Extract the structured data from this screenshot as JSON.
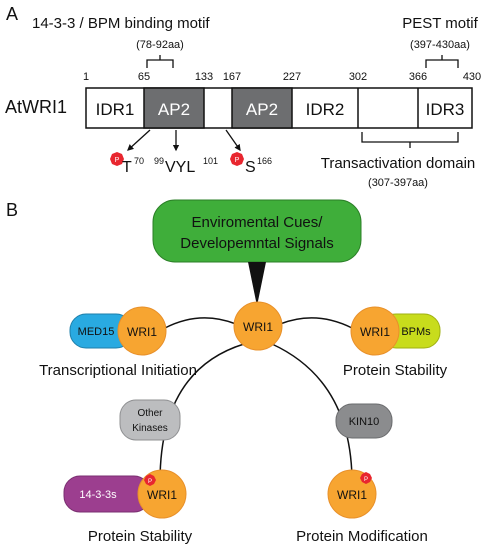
{
  "panelA": {
    "panel_label": "A",
    "motif_label": "14-3-3 / BPM binding motif",
    "motif_range": "(78-92aa)",
    "pest_label": "PEST motif",
    "pest_range": "(397-430aa)",
    "protein_name": "AtWRI1",
    "positions": [
      "1",
      "65",
      "133",
      "167",
      "227",
      "302",
      "366",
      "430"
    ],
    "domains": [
      "IDR1",
      "AP2",
      "AP2",
      "IDR2",
      "IDR3"
    ],
    "phospho_badge": "P",
    "residue_t": "T",
    "residue_t_num": "70",
    "vyl_num_left": "99",
    "vyl": "VYL",
    "vyl_num_right": "101",
    "residue_s": "S",
    "residue_s_num": "166",
    "transactivation_label": "Transactivation domain",
    "transactivation_range": "(307-397aa)"
  },
  "panelB": {
    "panel_label": "B",
    "signal_line1": "Enviromental Cues/",
    "signal_line2": "Developemntal Signals",
    "center": "WRI1",
    "med15": "MED15",
    "wri1_left": "WRI1",
    "transcriptional": "Transcriptional Initiation",
    "wri1_right": "WRI1",
    "bpms": "BPMs",
    "protein_stability_right": "Protein Stability",
    "other_kinases_1": "Other",
    "other_kinases_2": "Kinases",
    "kin10": "KIN10",
    "p1433": "14-3-3s",
    "wri1_bottom_left": "WRI1",
    "wri1_bottom_right": "WRI1",
    "protein_stability_bottom": "Protein Stability",
    "protein_modification": "Protein Modification",
    "phospho_badge": "P"
  },
  "colors": {
    "ap2_fill": "#6d6e70",
    "signal_fill": "#3fae3a",
    "wri1_fill": "#f7a531",
    "med15_fill": "#29aae1",
    "bpms_fill": "#c8dc1c",
    "kinases_fill": "#bcbdbf",
    "kin10_fill": "#8b8c8e",
    "p1433_fill": "#9c3e8f",
    "phospho_fill": "#e8262f"
  }
}
